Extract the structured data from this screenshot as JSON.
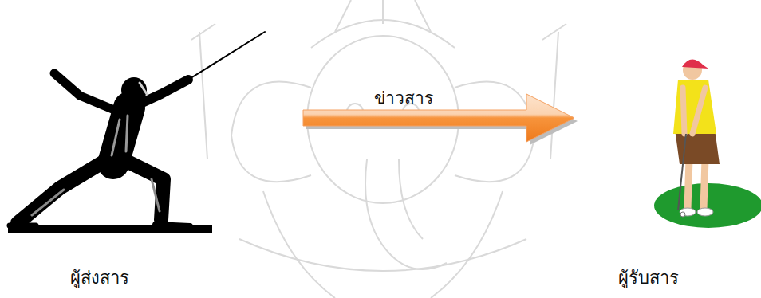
{
  "diagram": {
    "nodes": [
      {
        "text": [
          "ผู้ส่งสาร"
        ]
      },
      {
        "text": [
          "ผู้รับสาร"
        ]
      }
    ],
    "edges": [
      {
        "from": 0,
        "to": 1,
        "label": "ข่าวสาร",
        "arrow": "to"
      }
    ]
  }
}
